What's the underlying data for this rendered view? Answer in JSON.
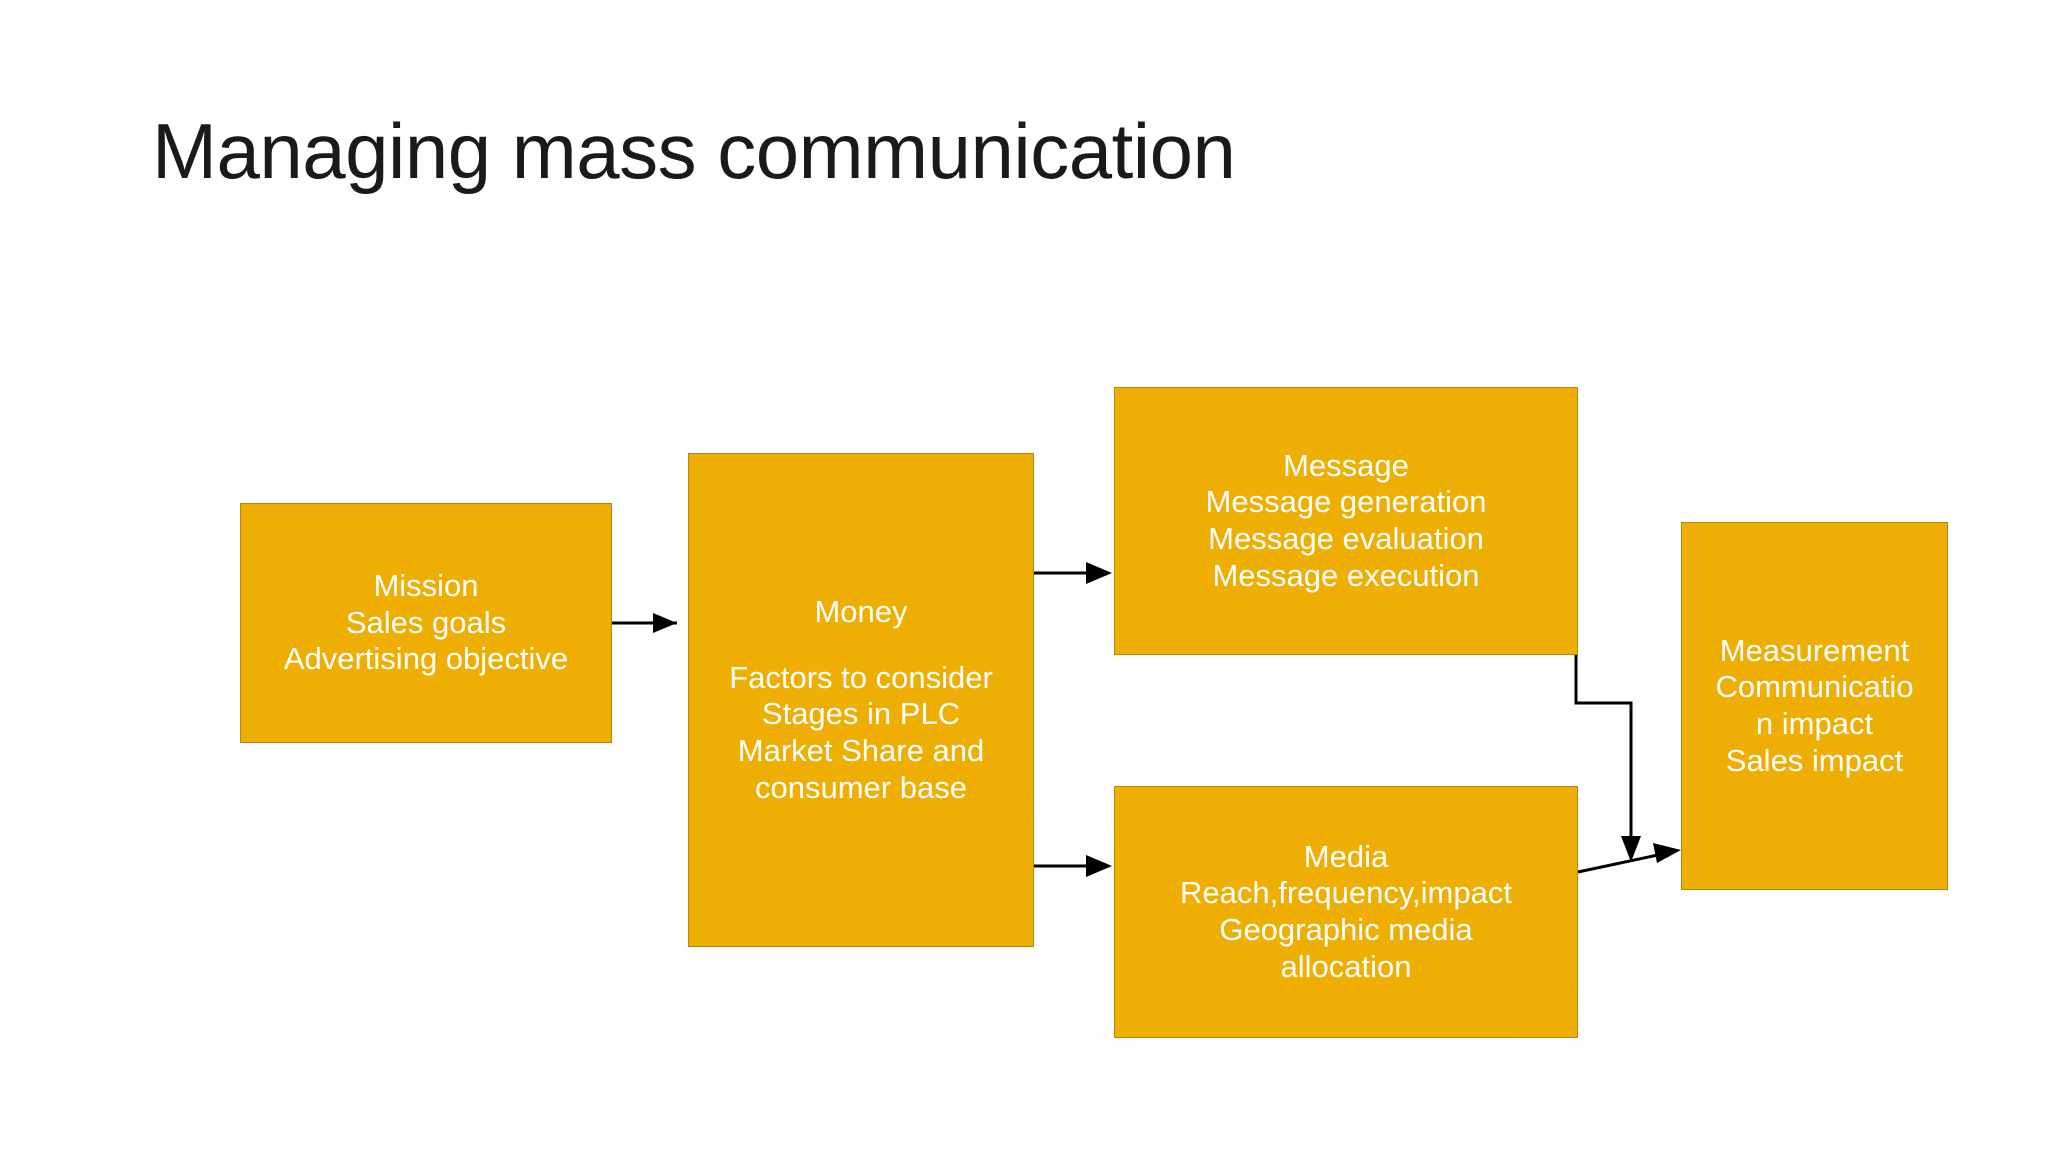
{
  "slide": {
    "title": "Managing mass communication",
    "background_color": "#ffffff",
    "node_fill_color": "#EFAE04",
    "node_border_color": "#B8860B",
    "node_text_color": "#ffffff",
    "connector_color": "#000000"
  },
  "nodes": {
    "mission": {
      "name": "Mission",
      "lines": [
        "Mission",
        "Sales goals",
        "Advertising objective"
      ]
    },
    "money": {
      "name": "Money",
      "lines": [
        "Money",
        "",
        "Factors to consider",
        "Stages in PLC",
        "Market Share and",
        "consumer base"
      ]
    },
    "message": {
      "name": "Message",
      "lines": [
        "Message",
        "Message generation",
        "Message evaluation",
        "Message execution"
      ]
    },
    "media": {
      "name": "Media",
      "lines": [
        "Media",
        "Reach,frequency,impact",
        "Geographic media",
        "allocation"
      ]
    },
    "measurement": {
      "name": "Measurement",
      "lines": [
        "Measurement",
        "Communicatio",
        "n impact",
        "Sales impact"
      ]
    }
  },
  "connectors": [
    {
      "name": "mission-to-money",
      "from": "mission",
      "to": "money",
      "style": "straight-arrow"
    },
    {
      "name": "money-to-message",
      "from": "money",
      "to": "message",
      "style": "straight-arrow"
    },
    {
      "name": "money-to-media",
      "from": "money",
      "to": "media",
      "style": "straight-arrow"
    },
    {
      "name": "message-to-measurement",
      "from": "message",
      "to": "measurement",
      "style": "elbow-arrow"
    },
    {
      "name": "media-to-measurement",
      "from": "media",
      "to": "measurement",
      "style": "straight-arrow"
    }
  ]
}
